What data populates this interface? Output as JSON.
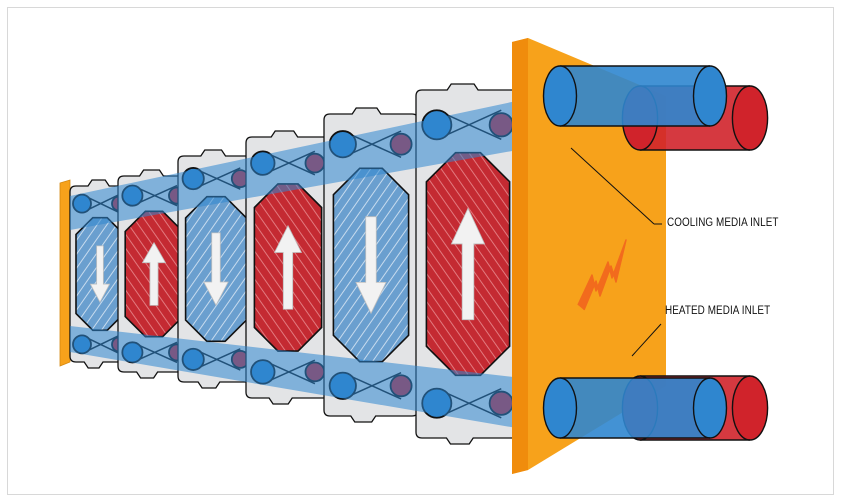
{
  "labels": {
    "cooling_inlet": "COOLING MEDIA INLET",
    "heated_inlet": "HEATED MEDIA INLET"
  },
  "colors": {
    "cold": "#2f86cf",
    "hot": "#d0232b",
    "frame": "#f7a21b",
    "gasket": "#111111",
    "plate_shell": "#e3e4e6"
  },
  "icons": {
    "plate_flow_arrows": [
      "down",
      "up",
      "down",
      "up",
      "down",
      "up"
    ],
    "heat_symbol": "zigzag-heat-icon"
  }
}
